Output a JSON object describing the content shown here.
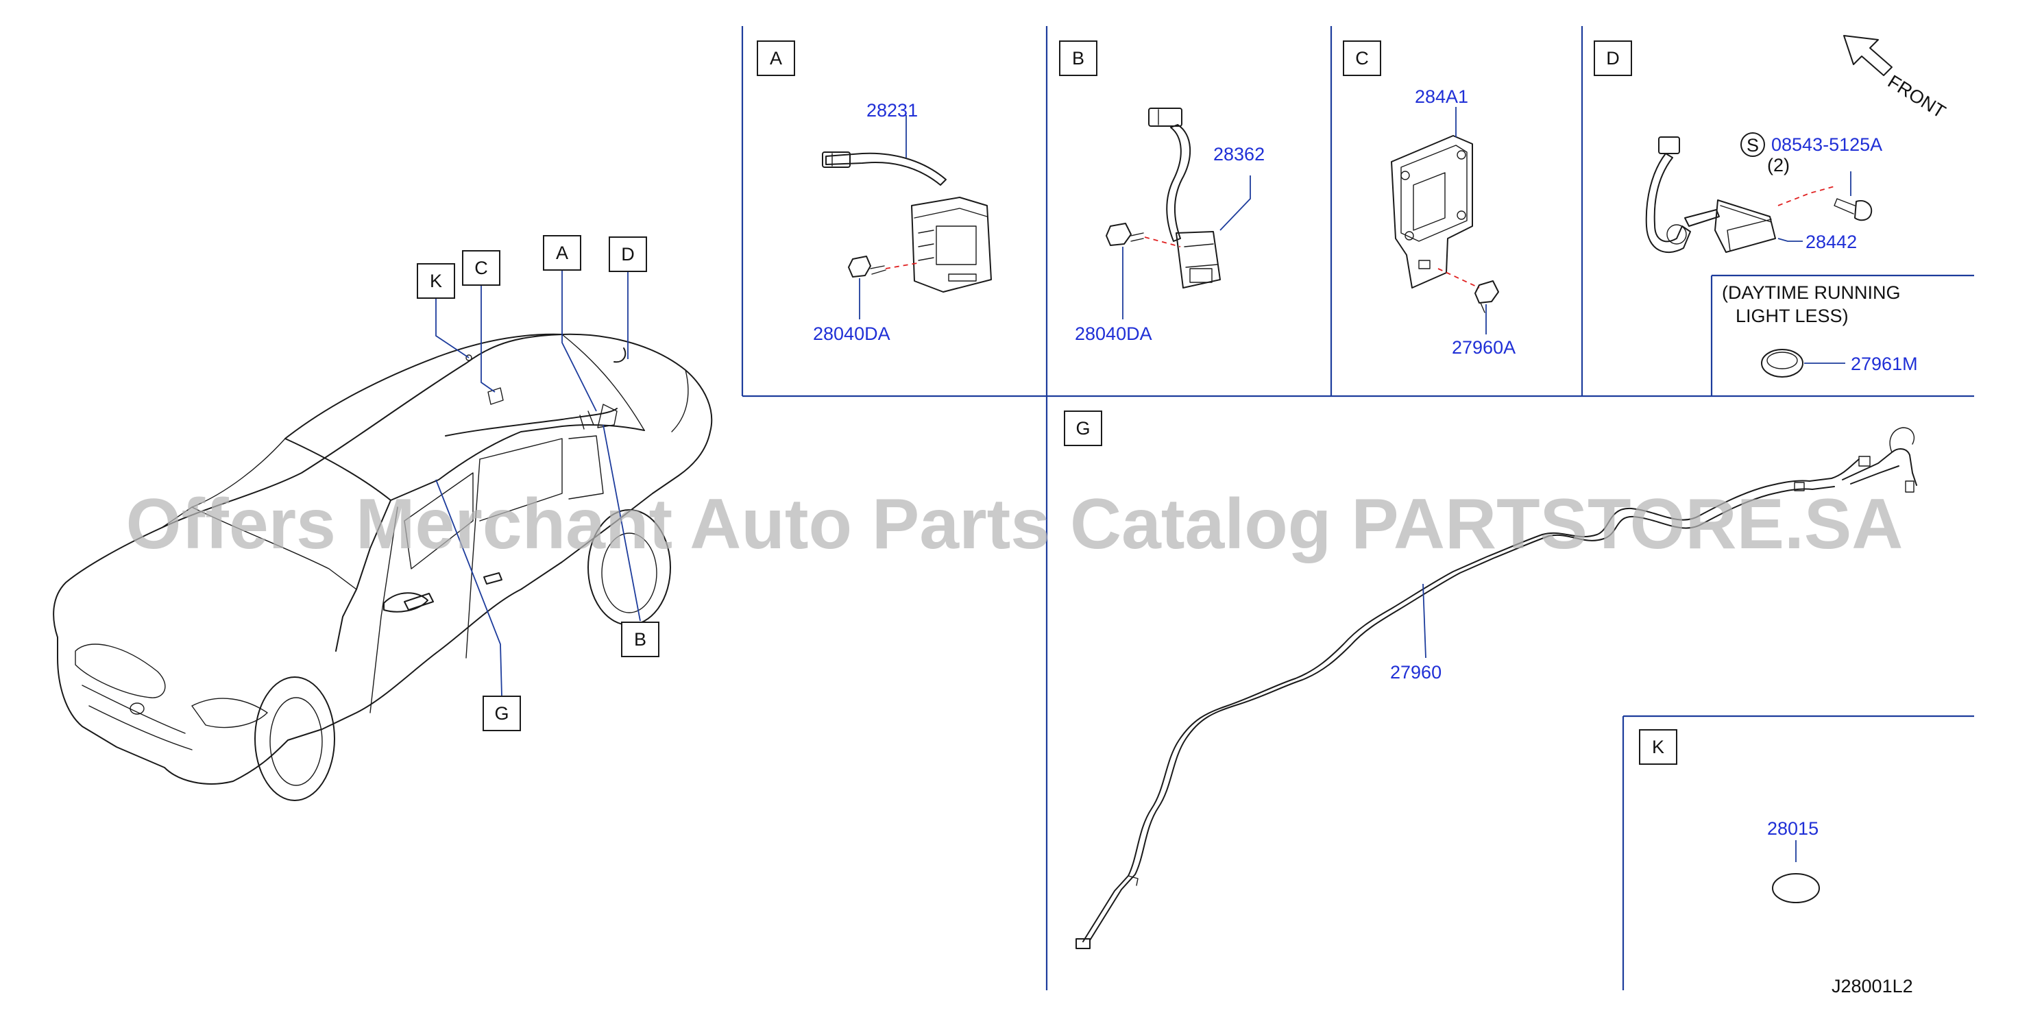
{
  "diagram_id": "J28001L2",
  "watermark": "Offers Merchant Auto Parts Catalog PARTSTORE.SA",
  "front_label": "FRONT",
  "car_callouts": [
    "K",
    "C",
    "A",
    "D",
    "B",
    "G"
  ],
  "sections": {
    "A": {
      "label": "A",
      "parts": [
        "28231",
        "28040DA"
      ]
    },
    "B": {
      "label": "B",
      "parts": [
        "28362",
        "28040DA"
      ]
    },
    "C": {
      "label": "C",
      "parts": [
        "284A1",
        "27960A"
      ]
    },
    "D": {
      "label": "D",
      "screw_symbol": "S",
      "screw_part": "08543-5125A",
      "screw_qty": "(2)",
      "parts": [
        "28442"
      ],
      "note_line1": "(DAYTIME   RUNNING",
      "note_line2": "LIGHT   LESS)",
      "note_part": "27961M"
    },
    "G": {
      "label": "G",
      "parts": [
        "27960"
      ]
    },
    "K": {
      "label": "K",
      "parts": [
        "28015"
      ]
    }
  },
  "colors": {
    "part_number": "#1f2fd6",
    "divider": "#1d3c9c",
    "dashed_leader": "#e02020",
    "watermark": "#b5b5b5"
  }
}
